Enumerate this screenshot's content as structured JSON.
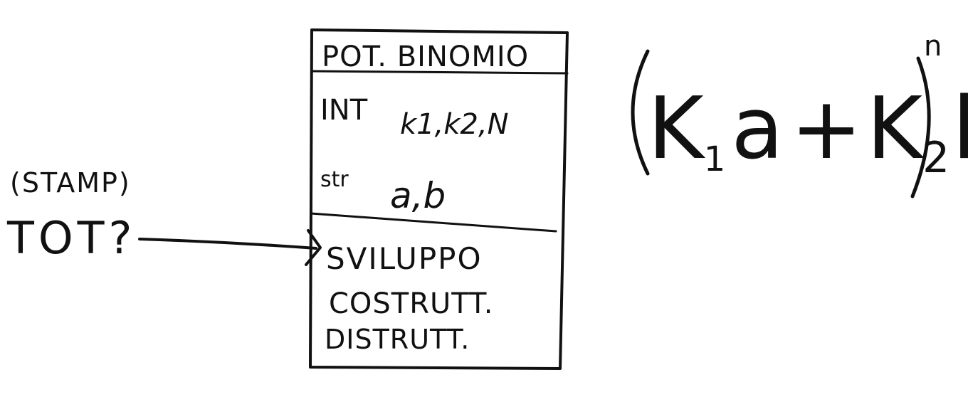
{
  "class_box": {
    "name": "POT. BINOMIO",
    "attributes": [
      {
        "type": "INT",
        "names": "k1,k2,N"
      },
      {
        "type": "str",
        "names": "a,b"
      }
    ],
    "methods": [
      "SVILUPPO",
      "COSTRUTT.",
      "DISTRUTT."
    ]
  },
  "caller": {
    "note": "(STAMP)",
    "label": "TOT?"
  },
  "formula": {
    "k1": "K",
    "k1_sub": "1",
    "a": "a",
    "plus": "+",
    "k2": "K",
    "k2_sub": "2",
    "b": "b",
    "exponent": "n"
  }
}
